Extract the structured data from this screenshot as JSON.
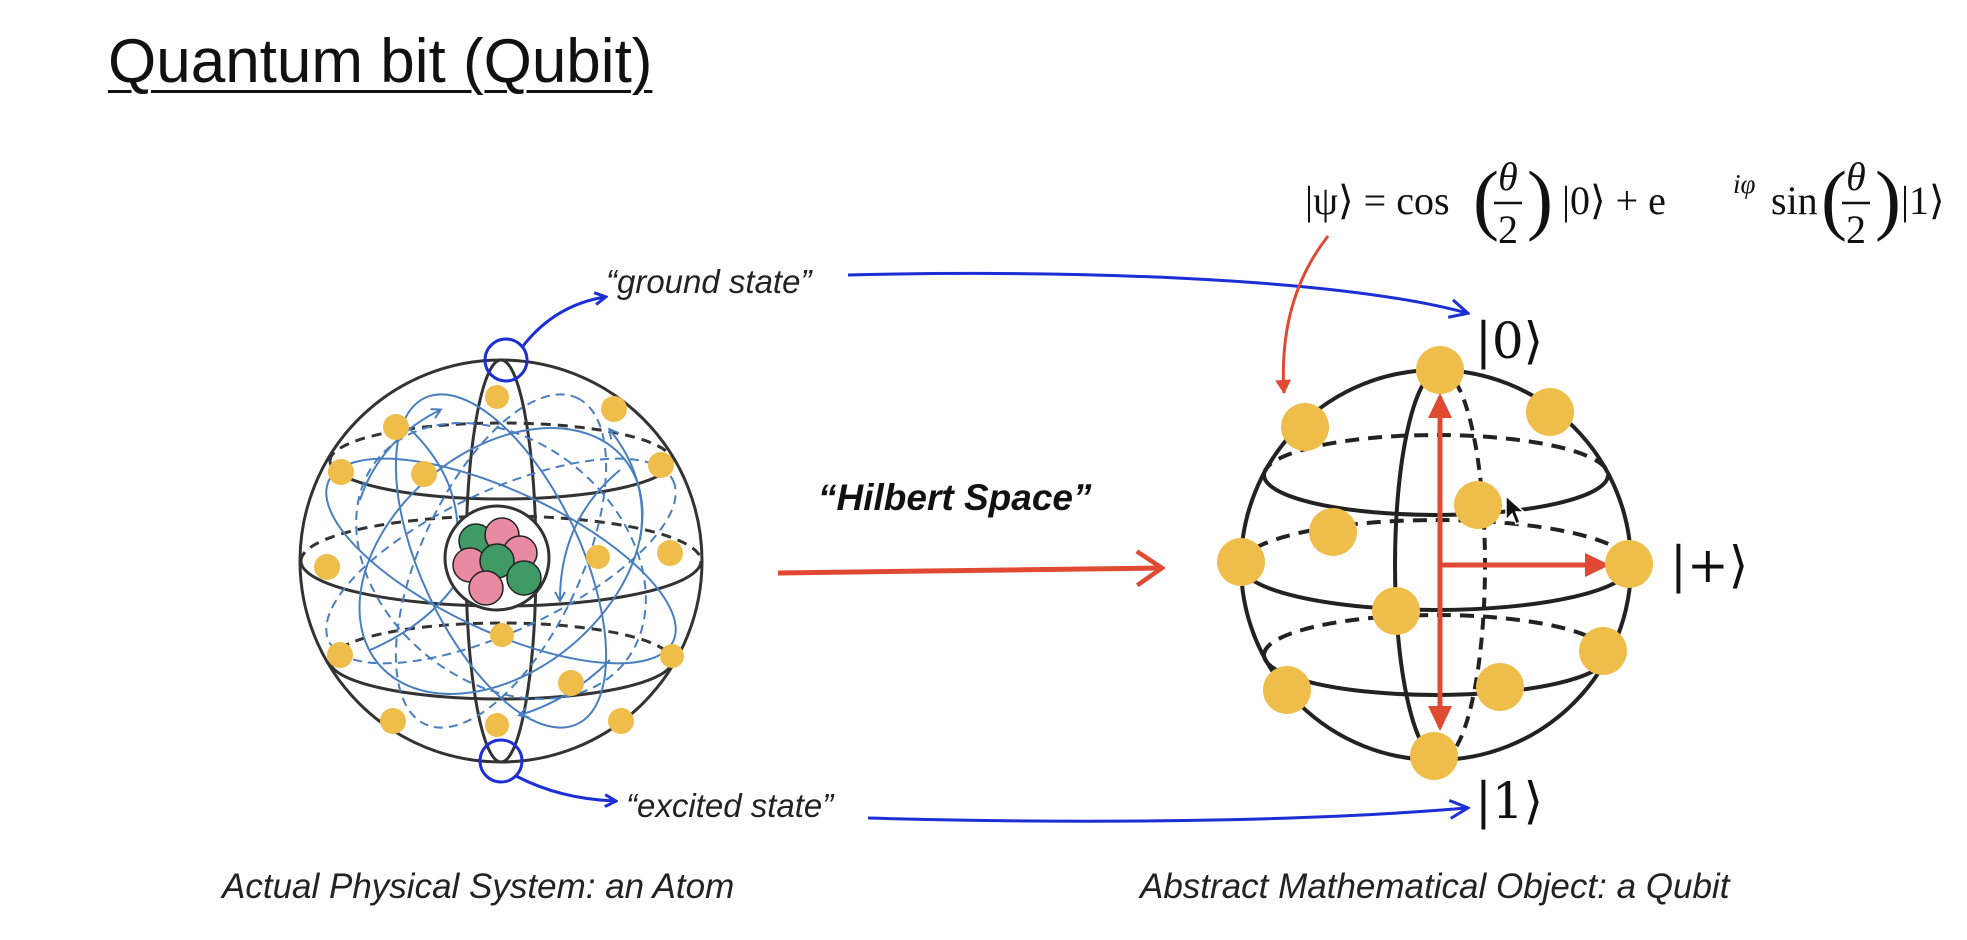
{
  "title": "Quantum bit (Qubit)",
  "labels": {
    "ground_state": "“ground state”",
    "excited_state": "“excited state”",
    "hilbert_space": "“Hilbert Space”"
  },
  "kets": {
    "zero": "|0⟩",
    "one": "|1⟩",
    "plus": "|+⟩"
  },
  "formula": {
    "lhs": "|ψ⟩ = cos",
    "theta": "θ",
    "two": "2",
    "mid": "|0⟩ + e",
    "exponent": "iφ",
    "sin": "sin",
    "rhs": "|1⟩"
  },
  "captions": {
    "left": "Actual Physical System: an Atom",
    "right": "Abstract Mathematical Object: a Qubit"
  },
  "colors": {
    "blue_arrow": "#1c2fd4",
    "red_arrow": "#e04a33",
    "electron": "#efbe4a",
    "orbit": "#4a7fbf",
    "proton": "#e98aa3",
    "neutron": "#3f9a65"
  }
}
